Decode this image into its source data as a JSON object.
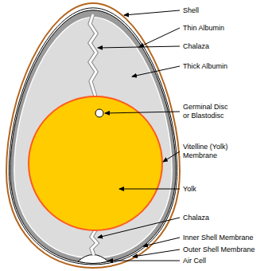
{
  "diagram": {
    "labels": [
      "Shell",
      "Thin Albumin",
      "Chalaza",
      "Thick Albumin",
      "Germinal Disc or Blastodisc",
      "Vitelline (Yolk) Membrane",
      "Yolk",
      "Chalaza",
      "Inner Shell Membrane",
      "Outer Shell Membrane",
      "Air Cell"
    ]
  }
}
